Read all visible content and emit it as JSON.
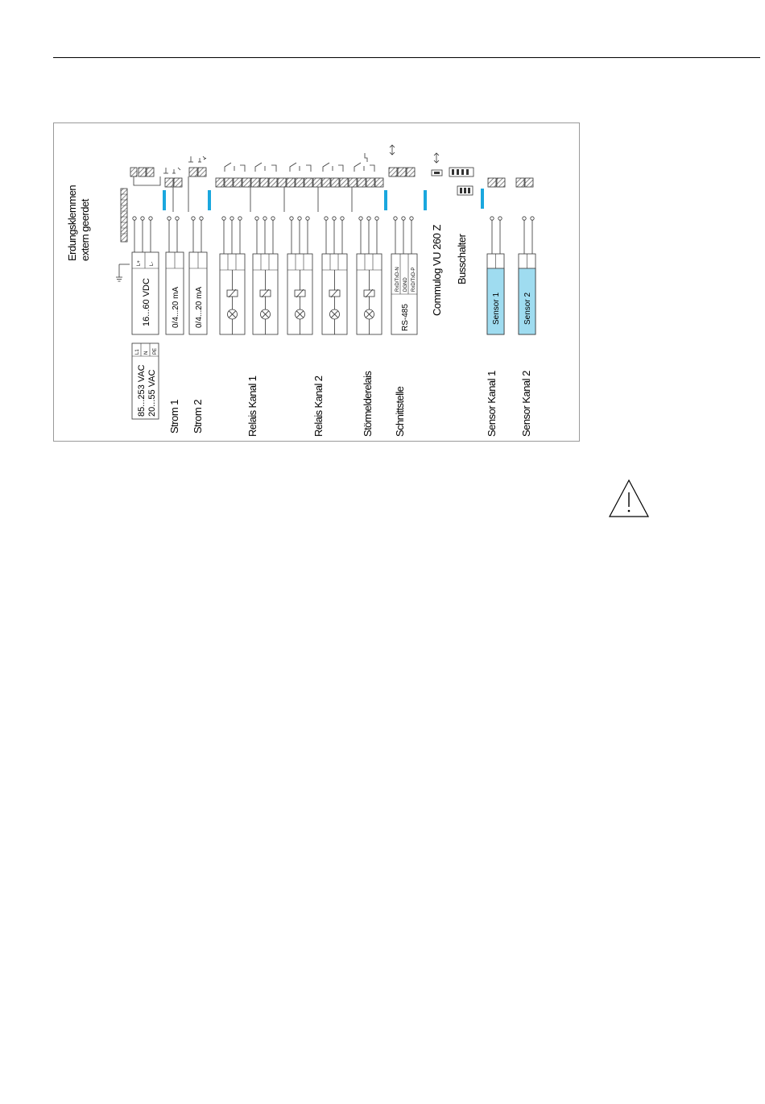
{
  "ground": {
    "title_line1": "Erdungsklemmen",
    "title_line2": "extern geerdet"
  },
  "power_supply": {
    "dc_label": "16...60 VDC",
    "dc_pins": [
      "L+",
      "L-"
    ],
    "ac_line1": "85...253 VAC",
    "ac_line2": "20...55 VAC",
    "ac_pins": [
      "L1",
      "N",
      "PE"
    ]
  },
  "current_outputs": [
    {
      "module_label": "0/4...20 mA",
      "name": "Strom 1"
    },
    {
      "module_label": "0/4...20 mA",
      "name": "Strom 2"
    }
  ],
  "relays": [
    {
      "name": "Relais Kanal 1"
    },
    {
      "name": "Relais Kanal 2"
    },
    {
      "name": "Störmelderelais"
    }
  ],
  "interface": {
    "module_label": "RS-485",
    "pins": [
      "RxD/TxD-N",
      "DGND",
      "RxD/TxD-P"
    ],
    "name": "Schnittstelle"
  },
  "commulog": {
    "label": "Commulog VU 260 Z"
  },
  "busschalter": {
    "label": "Busschalter"
  },
  "sensors": [
    {
      "module_label": "Sensor 1",
      "name": "Sensor Kanal 1"
    },
    {
      "module_label": "Sensor 2",
      "name": "Sensor Kanal 2"
    }
  ],
  "colors": {
    "accent_blue": "#1aa7de",
    "sensor_fill": "#9fdcf0",
    "frame": "#9a9a9a",
    "hatch": "#666666"
  },
  "icons": [
    "ground-icon",
    "bidirectional-arrow-icon",
    "relay-coil-icon",
    "lamp-icon",
    "warning-icon"
  ]
}
